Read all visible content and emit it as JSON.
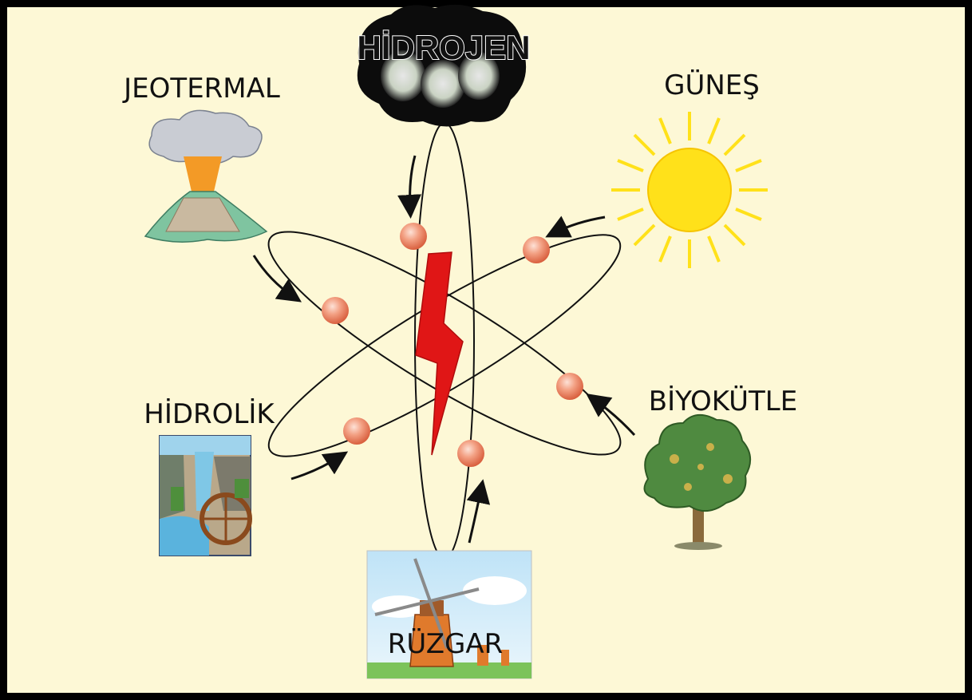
{
  "labels": {
    "hydrogen": "HİDROJEN",
    "geothermal": "JEOTERMAL",
    "solar": "GÜNEŞ",
    "hydraulic": "HİDROLİK",
    "biomass": "BİYOKÜTLE",
    "wind": "RÜZGAR"
  },
  "colors": {
    "background": "#fdf8d6",
    "border": "#000000",
    "lightning": "#e01616",
    "electron": "#f08a70",
    "sun": "#ffe11a"
  },
  "icons": [
    "cloud-icon",
    "volcano-icon",
    "sun-icon",
    "waterwheel-icon",
    "tree-icon",
    "windmill-icon",
    "lightning-icon"
  ]
}
